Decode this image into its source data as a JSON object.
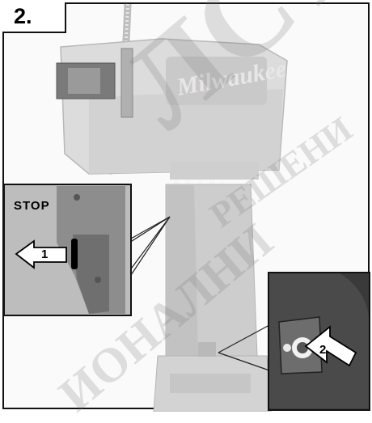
{
  "step": {
    "label": "2."
  },
  "brand": {
    "logo_text": "Milwaukee"
  },
  "inset_left": {
    "label": "STOP",
    "arrow_number": "1"
  },
  "inset_right": {
    "arrow_number": "2"
  },
  "watermarks": {
    "top": "ЛСТО",
    "right": "РЕШЕНИ",
    "bottom": "ИОНАЛНИ"
  }
}
